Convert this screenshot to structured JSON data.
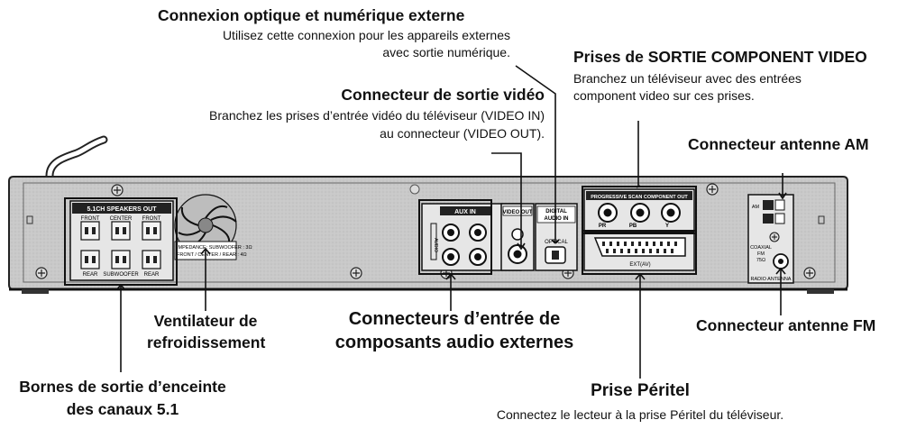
{
  "callouts": {
    "optical": {
      "title": "Connexion optique et numérique externe",
      "desc1": "Utilisez cette connexion pour les appareils externes",
      "desc2": "avec sortie numérique."
    },
    "component": {
      "title": "Prises de SORTIE COMPONENT VIDEO",
      "desc1": "Branchez un téléviseur avec des entrées",
      "desc2": "component video sur ces prises."
    },
    "video_out": {
      "title": "Connecteur de sortie vidéo",
      "desc1": "Branchez les prises d’entrée vidéo du téléviseur (VIDEO IN)",
      "desc2": "au connecteur (VIDEO OUT)."
    },
    "am": {
      "title": "Connecteur antenne AM"
    },
    "fan": {
      "title1": "Ventilateur de",
      "title2": "refroidissement"
    },
    "aux": {
      "title1": "Connecteurs d’entrée de",
      "title2": "composants audio externes"
    },
    "fm": {
      "title": "Connecteur antenne FM"
    },
    "speakers": {
      "title1": "Bornes de sortie d’enceinte",
      "title2": "des canaux 5.1"
    },
    "peritel": {
      "title": "Prise Péritel",
      "desc1": "Connectez le lecteur à la prise Péritel du téléviseur."
    }
  },
  "panel_labels": {
    "speakers_out": "5.1CH SPEAKERS OUT",
    "front": "FRONT",
    "center": "CENTER",
    "rear": "REAR",
    "subwoofer": "SUBWOOFER",
    "impedance1": "IMPEDANCE: SUBWOOFER : 3Ω",
    "impedance2": "FRONT / CENTER / REAR : 4Ω",
    "aux_in": "AUX IN",
    "audio": "AUDIO",
    "video_out": "VIDEO OUT",
    "digital_audio_in1": "DIGITAL",
    "digital_audio_in2": "AUDIO IN",
    "optical": "OPTICAL",
    "progressive": "PROGRESSIVE SCAN COMPONENT OUT",
    "pr": "PR",
    "pb": "PB",
    "y": "Y",
    "ext_av": "EXT(AV)",
    "am": "AM",
    "coaxial1": "COAXIAL",
    "coaxial2": "FM",
    "coaxial3": "75Ω",
    "radio_antenna": "RADIO ANTENNA"
  }
}
